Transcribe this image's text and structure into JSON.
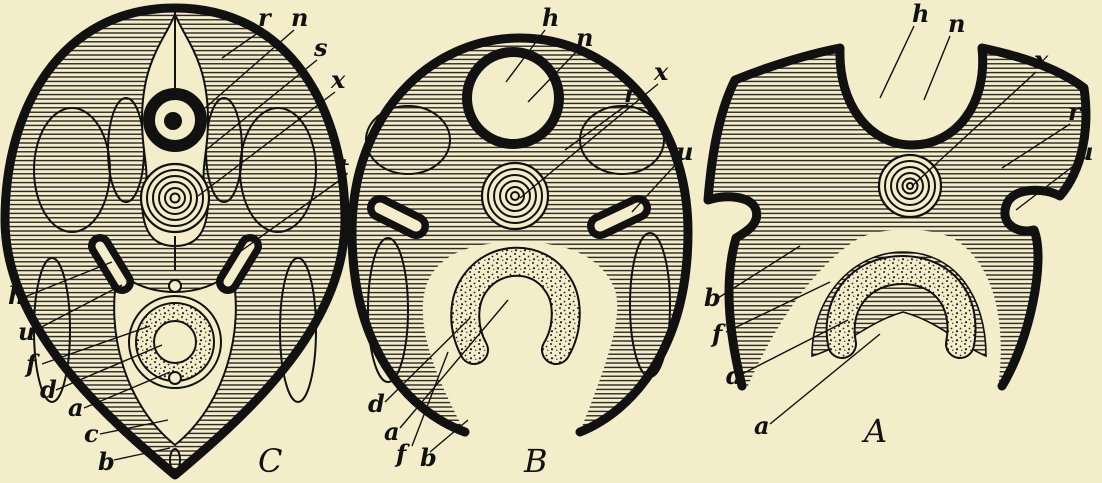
{
  "colors": {
    "background": "#f3edca",
    "ink": "#111111"
  },
  "figure_c": {
    "letter": "C",
    "labels": [
      "r",
      "n",
      "s",
      "x",
      "t",
      "h",
      "u",
      "f",
      "d",
      "a",
      "c",
      "b"
    ]
  },
  "figure_b": {
    "letter": "B",
    "labels": [
      "h",
      "n",
      "r",
      "x",
      "u",
      "d",
      "a",
      "f",
      "b"
    ]
  },
  "figure_a": {
    "letter": "A",
    "labels": [
      "h",
      "n",
      "x",
      "r",
      "u",
      "b",
      "f",
      "d",
      "a"
    ]
  }
}
